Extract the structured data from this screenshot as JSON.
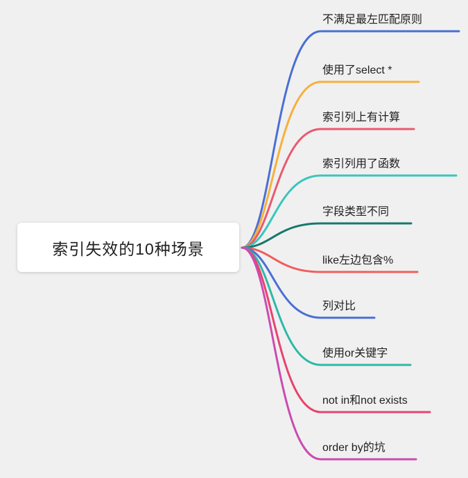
{
  "diagram": {
    "background_color": "#f0f0f0",
    "root": {
      "label": "索引失效的10种场景",
      "fill_color": "#ffffff"
    },
    "branches": [
      {
        "label": "不满足最左匹配原则",
        "color": "#4a6fd4"
      },
      {
        "label": "使用了select *",
        "color": "#f7b03c"
      },
      {
        "label": "索引列上有计算",
        "color": "#e85a6e"
      },
      {
        "label": "索引列用了函数",
        "color": "#38c6bd"
      },
      {
        "label": "字段类型不同",
        "color": "#17786e"
      },
      {
        "label": "like左边包含%",
        "color": "#f25c5c"
      },
      {
        "label": "列对比",
        "color": "#4a6fd4"
      },
      {
        "label": "使用or关键字",
        "color": "#2fb8a8"
      },
      {
        "label": "not in和not exists",
        "color": "#e8436e"
      },
      {
        "label": "order by的坑",
        "color": "#cb4bb0"
      }
    ]
  }
}
